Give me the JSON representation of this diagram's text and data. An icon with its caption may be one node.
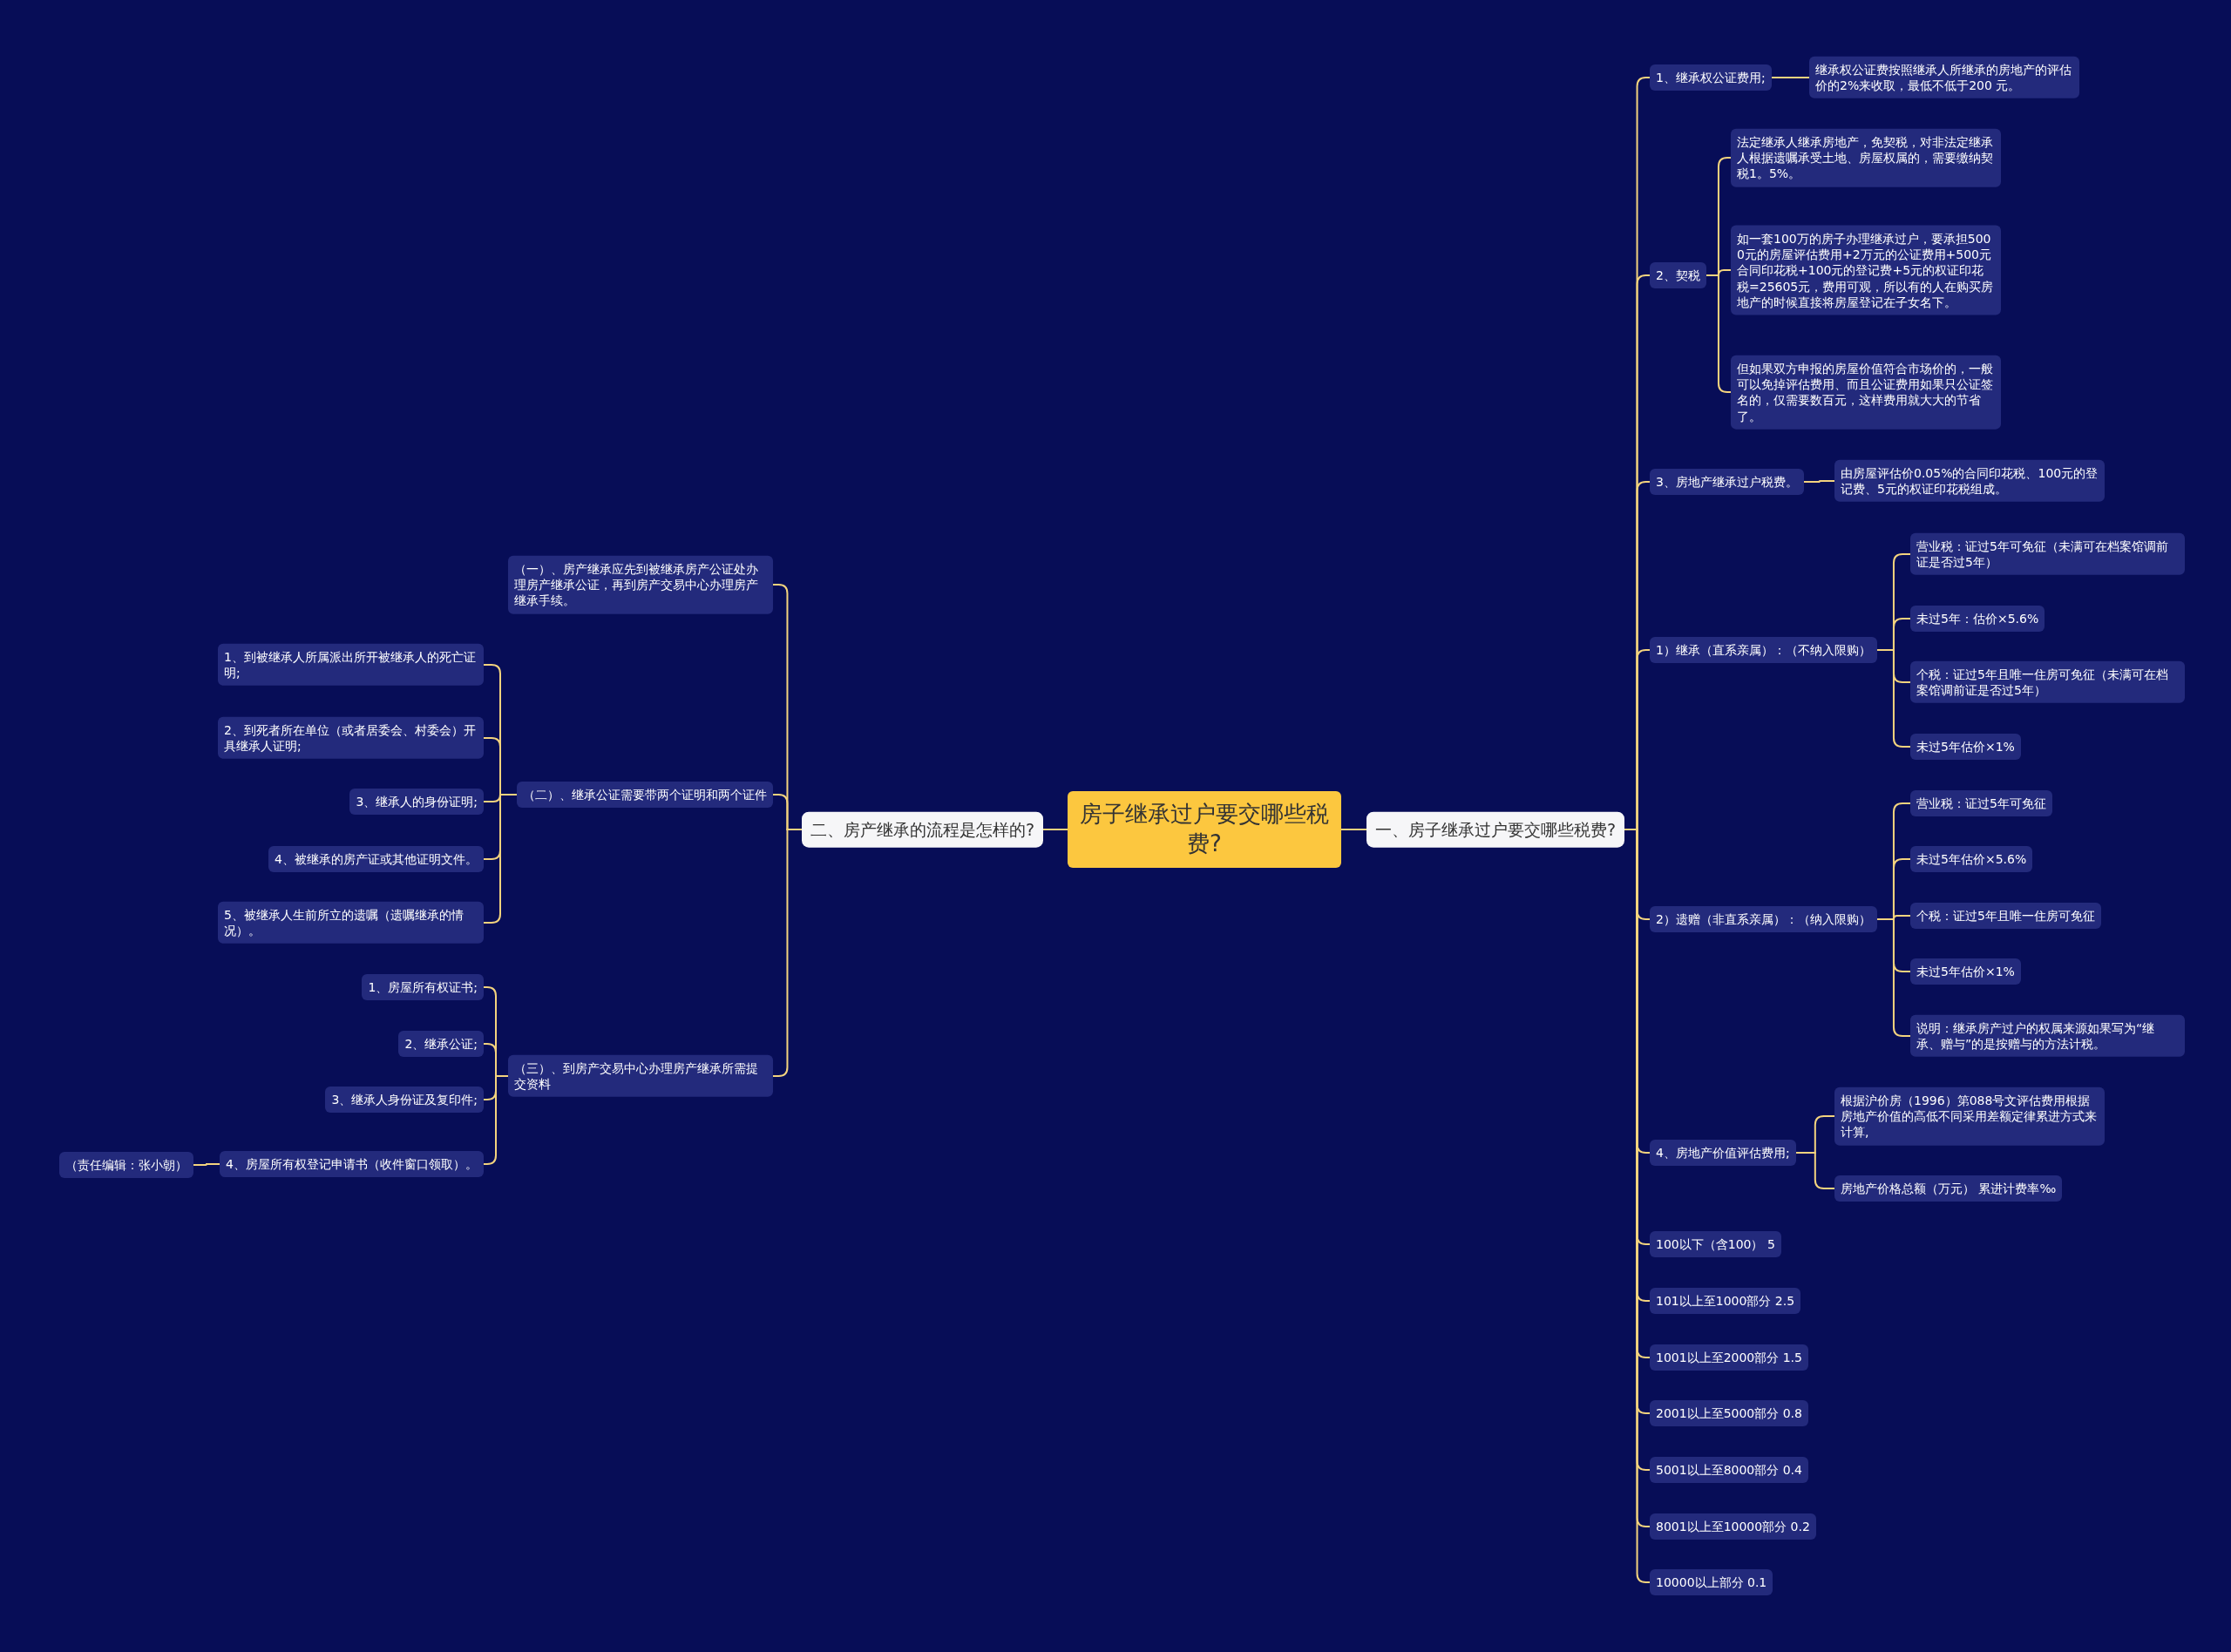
{
  "diagram": {
    "nodes": [
      {
        "text": [
          "房子继承过户要交哪些税费?"
        ]
      },
      {
        "text": [
          "一、房子继承过户要交哪些税费?"
        ]
      },
      {
        "text": [
          "二、房产继承的流程是怎样的?"
        ]
      },
      {
        "text": [
          "1、继承权公证费用;"
        ]
      },
      {
        "text": [
          "继承权公证费按照继承人所继承的房地产的评估价的2%来收取，最低不低于200 元。"
        ]
      },
      {
        "text": [
          "2、契税"
        ]
      },
      {
        "text": [
          "法定继承人继承房地产，免契税，对非法定继承人根据遗嘱承受土地、房屋权属的，需要缴纳契税1。5%。"
        ]
      },
      {
        "text": [
          "如一套100万的房子办理继承过户，要承担5000元的房屋评估费用+2万元的公证费用+500元合同印花税+100元的登记费+5元的权证印花税=25605元，费用可观，所以有的人在购买房地产的时候直接将房屋登记在子女名下。"
        ]
      },
      {
        "text": [
          "但如果双方申报的房屋价值符合市场价的，一般可以免掉评估费用、而且公证费用如果只公证签名的，仅需要数百元，这样费用就大大的节省了。"
        ]
      },
      {
        "text": [
          "3、房地产继承过户税费。"
        ]
      },
      {
        "text": [
          "由房屋评估价0.05%的合同印花税、100元的登记费、5元的权证印花税组成。"
        ]
      },
      {
        "text": [
          "1）继承（直系亲属）：（不纳入限购）"
        ]
      },
      {
        "text": [
          "营业税：证过5年可免征（未满可在档案馆调前证是否过5年）"
        ]
      },
      {
        "text": [
          "未过5年：估价×5.6%"
        ]
      },
      {
        "text": [
          "个税：证过5年且唯一住房可免征（未满可在档案馆调前证是否过5年）"
        ]
      },
      {
        "text": [
          "未过5年估价×1%"
        ]
      },
      {
        "text": [
          "2）遗赠（非直系亲属）：（纳入限购）"
        ]
      },
      {
        "text": [
          "营业税：证过5年可免征"
        ]
      },
      {
        "text": [
          "未过5年估价×5.6%"
        ]
      },
      {
        "text": [
          "个税：证过5年且唯一住房可免征"
        ]
      },
      {
        "text": [
          "未过5年估价×1%"
        ]
      },
      {
        "text": [
          "说明：继承房产过户的权属来源如果写为“继承、赠与”的是按赠与的方法计税。"
        ]
      },
      {
        "text": [
          "4、房地产价值评估费用;"
        ]
      },
      {
        "text": [
          "根据沪价房（1996）第088号文评估费用根据房地产价值的高低不同采用差额定律累进方式来计算,"
        ]
      },
      {
        "text": [
          "房地产价格总额（万元） 累进计费率‰"
        ]
      },
      {
        "text": [
          "100以下（含100） 5"
        ]
      },
      {
        "text": [
          "101以上至1000部分 2.5"
        ]
      },
      {
        "text": [
          "1001以上至2000部分 1.5"
        ]
      },
      {
        "text": [
          "2001以上至5000部分 0.8"
        ]
      },
      {
        "text": [
          "5001以上至8000部分 0.4"
        ]
      },
      {
        "text": [
          "8001以上至10000部分 0.2"
        ]
      },
      {
        "text": [
          "10000以上部分 0.1"
        ]
      },
      {
        "text": [
          "（一）、房产继承应先到被继承房产公证处办理房产继承公证，再到房产交易中心办理房产继承手续。"
        ]
      },
      {
        "text": [
          "（二）、继承公证需要带两个证明和两个证件"
        ]
      },
      {
        "text": [
          "1、到被继承人所属派出所开被继承人的死亡证明;"
        ]
      },
      {
        "text": [
          "2、到死者所在单位（或者居委会、村委会）开具继承人证明;"
        ]
      },
      {
        "text": [
          "3、继承人的身份证明;"
        ]
      },
      {
        "text": [
          "4、被继承的房产证或其他证明文件。"
        ]
      },
      {
        "text": [
          "5、被继承人生前所立的遗嘱（遗嘱继承的情况）。"
        ]
      },
      {
        "text": [
          "（三）、到房产交易中心办理房产继承所需提交资料"
        ]
      },
      {
        "text": [
          "1、房屋所有权证书;"
        ]
      },
      {
        "text": [
          "2、继承公证;"
        ]
      },
      {
        "text": [
          "3、继承人身份证及复印件;"
        ]
      },
      {
        "text": [
          "4、房屋所有权登记申请书（收件窗口领取）。"
        ]
      },
      {
        "text": [
          "（责任编辑：张小朝）"
        ]
      }
    ],
    "edges": [
      {
        "from": 0,
        "to": 1,
        "arrow": "none"
      },
      {
        "from": 0,
        "to": 2,
        "arrow": "none"
      },
      {
        "from": 1,
        "to": 3,
        "arrow": "none"
      },
      {
        "from": 3,
        "to": 4,
        "arrow": "none"
      },
      {
        "from": 1,
        "to": 5,
        "arrow": "none"
      },
      {
        "from": 5,
        "to": 6,
        "arrow": "none"
      },
      {
        "from": 5,
        "to": 7,
        "arrow": "none"
      },
      {
        "from": 5,
        "to": 8,
        "arrow": "none"
      },
      {
        "from": 1,
        "to": 9,
        "arrow": "none"
      },
      {
        "from": 9,
        "to": 10,
        "arrow": "none"
      },
      {
        "from": 1,
        "to": 11,
        "arrow": "none"
      },
      {
        "from": 11,
        "to": 12,
        "arrow": "none"
      },
      {
        "from": 11,
        "to": 13,
        "arrow": "none"
      },
      {
        "from": 11,
        "to": 14,
        "arrow": "none"
      },
      {
        "from": 11,
        "to": 15,
        "arrow": "none"
      },
      {
        "from": 1,
        "to": 16,
        "arrow": "none"
      },
      {
        "from": 16,
        "to": 17,
        "arrow": "none"
      },
      {
        "from": 16,
        "to": 18,
        "arrow": "none"
      },
      {
        "from": 16,
        "to": 19,
        "arrow": "none"
      },
      {
        "from": 16,
        "to": 20,
        "arrow": "none"
      },
      {
        "from": 16,
        "to": 21,
        "arrow": "none"
      },
      {
        "from": 1,
        "to": 22,
        "arrow": "none"
      },
      {
        "from": 22,
        "to": 23,
        "arrow": "none"
      },
      {
        "from": 22,
        "to": 24,
        "arrow": "none"
      },
      {
        "from": 1,
        "to": 25,
        "arrow": "none"
      },
      {
        "from": 1,
        "to": 26,
        "arrow": "none"
      },
      {
        "from": 1,
        "to": 27,
        "arrow": "none"
      },
      {
        "from": 1,
        "to": 28,
        "arrow": "none"
      },
      {
        "from": 1,
        "to": 29,
        "arrow": "none"
      },
      {
        "from": 1,
        "to": 30,
        "arrow": "none"
      },
      {
        "from": 1,
        "to": 31,
        "arrow": "none"
      },
      {
        "from": 2,
        "to": 32,
        "arrow": "none"
      },
      {
        "from": 2,
        "to": 33,
        "arrow": "none"
      },
      {
        "from": 33,
        "to": 34,
        "arrow": "none"
      },
      {
        "from": 33,
        "to": 35,
        "arrow": "none"
      },
      {
        "from": 33,
        "to": 36,
        "arrow": "none"
      },
      {
        "from": 33,
        "to": 37,
        "arrow": "none"
      },
      {
        "from": 33,
        "to": 38,
        "arrow": "none"
      },
      {
        "from": 2,
        "to": 39,
        "arrow": "none"
      },
      {
        "from": 39,
        "to": 40,
        "arrow": "none"
      },
      {
        "from": 39,
        "to": 41,
        "arrow": "none"
      },
      {
        "from": 39,
        "to": 42,
        "arrow": "none"
      },
      {
        "from": 39,
        "to": 43,
        "arrow": "none"
      },
      {
        "from": 43,
        "to": 44,
        "arrow": "none"
      }
    ]
  }
}
